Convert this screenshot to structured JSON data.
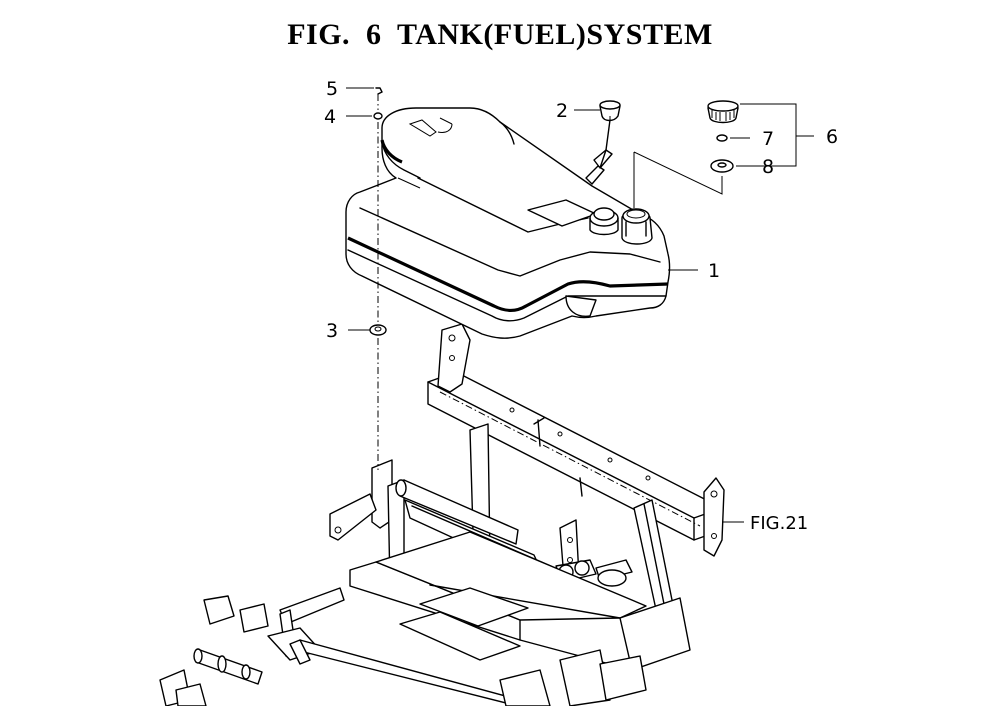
{
  "title": "FIG.  6  TANK(FUEL)SYSTEM",
  "callouts": {
    "c1": "1",
    "c2": "2",
    "c3": "3",
    "c4": "4",
    "c5": "5",
    "c6": "6",
    "c7": "7",
    "c8": "8",
    "fig_ref": "FIG.21"
  }
}
